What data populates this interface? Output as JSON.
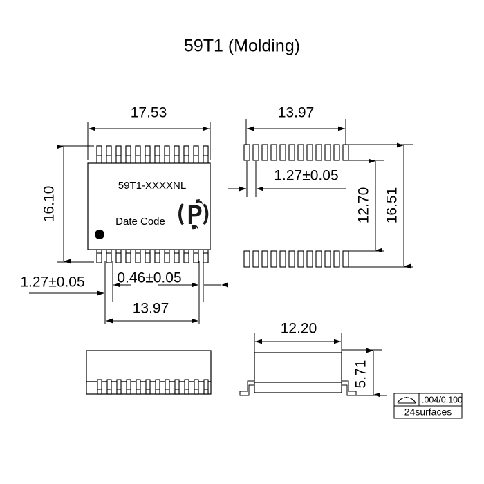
{
  "drawing": {
    "title": "59T1 (Molding)",
    "views": {
      "top_view": {
        "name": "top-view",
        "part_marking": "59T1-XXXXNL",
        "date_code_label": "Date Code",
        "logo": "pulse-logo",
        "pin1_indicator": "pin1-dot",
        "pins_top_row": 12,
        "pins_bottom_row": 12,
        "dimensions": {
          "width": "17.53",
          "height": "16.10",
          "lead_pitch": "1.27±0.05",
          "lead_width": "0.46±0.05",
          "lead_span_inner": "13.97"
        }
      },
      "land_pattern": {
        "name": "land-pattern-view",
        "pads_top_row": 12,
        "pads_bottom_row": 12,
        "dimensions": {
          "pad_row_width": "13.97",
          "pad_pitch": "1.27±0.05",
          "inner_span": "12.70",
          "outer_span": "16.51"
        }
      },
      "front_view": {
        "name": "front-view",
        "leads": 12
      },
      "side_view": {
        "name": "side-view",
        "dimensions": {
          "width": "12.20",
          "height": "5.71"
        }
      }
    },
    "gdt_note": {
      "symbol": "profile-of-a-surface-icon",
      "tolerance": ".004/0.100",
      "note": "24surfaces"
    },
    "colors": {
      "line": "#000000",
      "background": "#ffffff",
      "fill": "#ffffff"
    }
  }
}
